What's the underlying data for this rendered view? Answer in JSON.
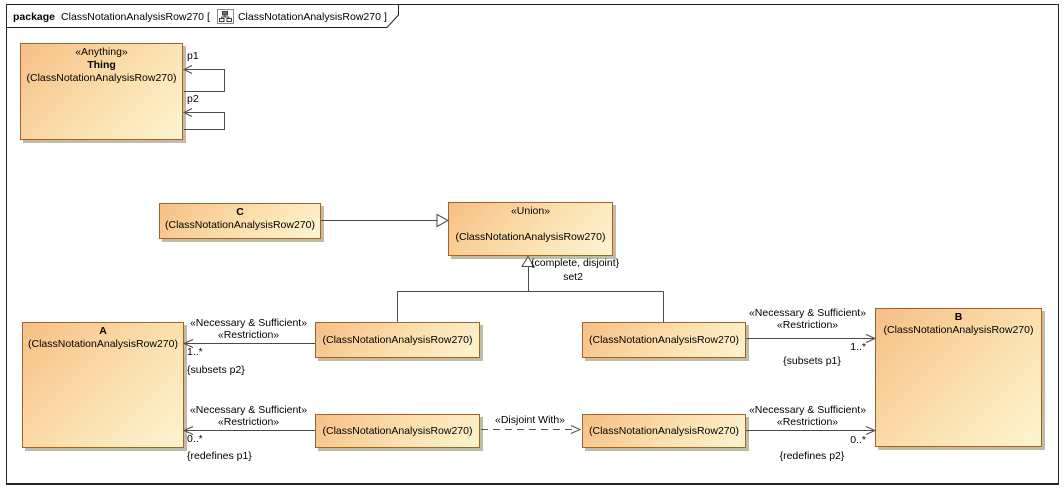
{
  "header": {
    "kind_label": "package",
    "package_name": "ClassNotationAnalysisRow270",
    "bracket_open": "[",
    "diagram_name": "ClassNotationAnalysisRow270",
    "bracket_close": "]",
    "diagram_icon": "class-diagram-icon"
  },
  "classes": {
    "thing": {
      "stereotype": "«Anything»",
      "name": "Thing",
      "qualifier": "(ClassNotationAnalysisRow270)"
    },
    "c": {
      "name": "C",
      "qualifier": "(ClassNotationAnalysisRow270)"
    },
    "union": {
      "stereotype": "«Union»",
      "qualifier": "(ClassNotationAnalysisRow270)"
    },
    "a": {
      "name": "A",
      "qualifier": "(ClassNotationAnalysisRow270)"
    },
    "b": {
      "name": "B",
      "qualifier": "(ClassNotationAnalysisRow270)"
    },
    "restriction_top_left": {
      "qualifier": "(ClassNotationAnalysisRow270)"
    },
    "restriction_top_right": {
      "qualifier": "(ClassNotationAnalysisRow270)"
    },
    "restriction_bottom_left": {
      "qualifier": "(ClassNotationAnalysisRow270)"
    },
    "restriction_bottom_right": {
      "qualifier": "(ClassNotationAnalysisRow270)"
    }
  },
  "labels": {
    "p1": "p1",
    "p2": "p2",
    "generalization_set_constraint": "{complete, disjoint}",
    "generalization_set_name": "set2",
    "edge_stereotype_line1": "«Necessary & Sufficient»",
    "edge_stereotype_line2": "«Restriction»",
    "disjoint_with": "«Disjoint With»",
    "left_top_multiplicity": "1..*",
    "left_top_constraint": "{subsets p2}",
    "left_bottom_multiplicity": "0..*",
    "left_bottom_constraint": "{redefines p1}",
    "right_top_multiplicity": "1..*",
    "right_top_constraint": "{subsets p1}",
    "right_bottom_multiplicity": "0..*",
    "right_bottom_constraint": "{redefines p2}"
  },
  "colors": {
    "box_fill_top_left": "#f6bf85",
    "box_fill_bottom_right": "#fdf4d1",
    "box_border": "#a9611b",
    "box_shadow": "#c1bbac",
    "connector_line": "#4a4a4a",
    "frame_border": "#262626",
    "background": "#ffffff"
  }
}
